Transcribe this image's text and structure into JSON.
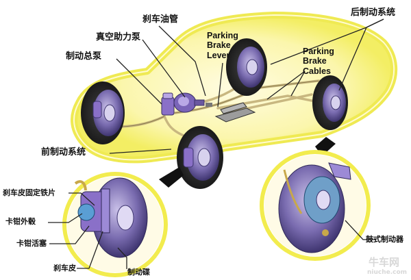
{
  "labels": {
    "brake_pipe": "刹车油管",
    "rear_brake_system": "后制动系统",
    "vacuum_booster": "真空助力泵",
    "master_cylinder": "制动总泵",
    "parking_lever": [
      "Parking",
      "Brake",
      "Lever"
    ],
    "parking_cables": [
      "Parking",
      "Brake",
      "Cables"
    ],
    "front_brake_system": "前制动系统",
    "pad_retainer_clip": "刹车皮固定铁片",
    "caliper_housing": "卡钳外毂",
    "caliper_piston": "卡钳活塞",
    "brake_pad": "刹车皮",
    "brake_disc": "制动碟",
    "drum_brake": "鼓式制动器"
  },
  "watermark": {
    "brand": "牛车网",
    "url": "niuche.com"
  },
  "colors": {
    "car_glow": "#f3f04a",
    "brake_line": "#c8b780",
    "rotor_purple": "#6d5fa0",
    "caliper_purple": "#8a70c8",
    "leader": "#222222"
  }
}
